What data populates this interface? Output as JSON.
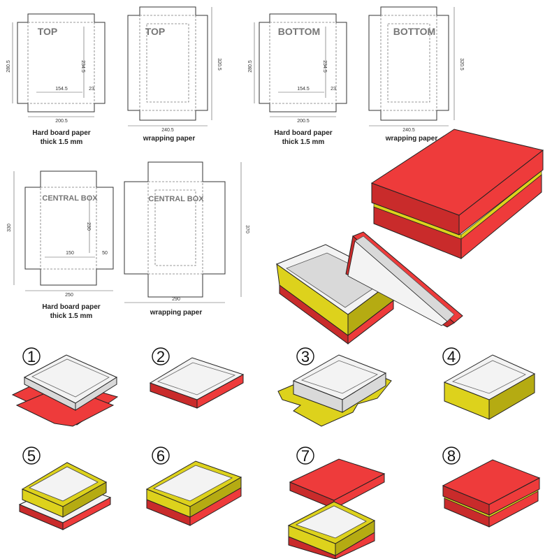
{
  "colors": {
    "red": "#ee3b3b",
    "red_dark": "#c92b2b",
    "yellow": "#ddd21c",
    "yellow_dark": "#b5ab12",
    "inner_grey": "#d9d9d9",
    "inner_light": "#f3f3f3",
    "outline": "#222222"
  },
  "templates": {
    "top_board": {
      "panel_label": "TOP",
      "caption_line1": "Hard board paper",
      "caption_line2": "thick 1.5 mm",
      "dim_width": "200.5",
      "dim_height": "280.5",
      "dim_inner_width": "154.5",
      "dim_inner_height": "234.5",
      "dim_flap": "23"
    },
    "top_wrap": {
      "panel_label": "TOP",
      "caption_line1": "wrapping paper",
      "dim_width": "240.5",
      "dim_height": "320.5"
    },
    "bottom_board": {
      "panel_label": "BOTTOM",
      "caption_line1": "Hard board paper",
      "caption_line2": "thick 1.5 mm",
      "dim_width": "200.5",
      "dim_height": "280.5",
      "dim_inner_width": "154.5",
      "dim_inner_height": "234.5",
      "dim_flap": "23"
    },
    "bottom_wrap": {
      "panel_label": "BOTTOM",
      "caption_line1": "wrapping paper",
      "dim_width": "240.5",
      "dim_height": "320.5"
    },
    "central_board": {
      "panel_label": "CENTRAL BOX",
      "caption_line1": "Hard board paper",
      "caption_line2": "thick 1.5 mm",
      "dim_width": "250",
      "dim_height": "330",
      "dim_inner_width": "150",
      "dim_inner_height": "230",
      "dim_flap": "50"
    },
    "central_wrap": {
      "panel_label": "CENTRAL BOX",
      "caption_line1": "wrapping paper",
      "dim_width": "290",
      "dim_height": "370"
    }
  },
  "steps": [
    {
      "number": "1"
    },
    {
      "number": "2"
    },
    {
      "number": "3"
    },
    {
      "number": "4"
    },
    {
      "number": "5"
    },
    {
      "number": "6"
    },
    {
      "number": "7"
    },
    {
      "number": "8"
    }
  ]
}
